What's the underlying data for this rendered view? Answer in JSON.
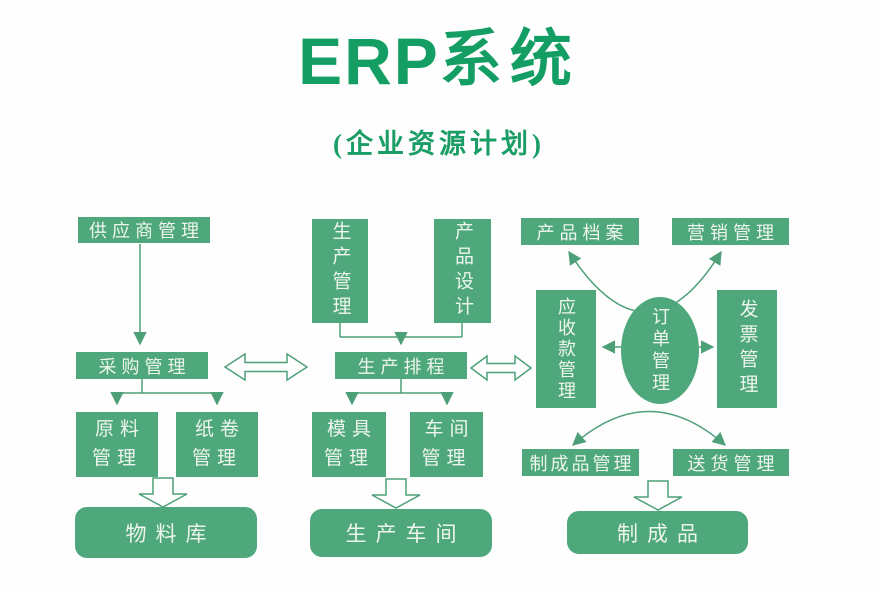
{
  "title": {
    "en": "ERP",
    "zh": "系统"
  },
  "subtitle": "(企业资源计划)",
  "nodes": {
    "supplier": "供应商管理",
    "purchasing": "采购管理",
    "raw_material": "原料管理",
    "paper_roll": "纸卷管理",
    "material_warehouse": "物料库",
    "production_mgmt": "生产管理",
    "product_design": "产品设计",
    "production_scheduling": "生产排程",
    "mold_mgmt": "模具管理",
    "workshop_mgmt": "车间管理",
    "production_workshop": "生产车间",
    "product_archive": "产品档案",
    "marketing_mgmt": "营销管理",
    "receivables_mgmt": "应收款管理",
    "order_mgmt": "订单管理",
    "invoice_mgmt": "发票管理",
    "finished_goods_mgmt": "制成品管理",
    "delivery_mgmt": "送货管理",
    "finished_goods": "制成品"
  },
  "colors": {
    "box_green": "#4ea87b",
    "title_green": "#149e64",
    "line_green": "#4d9f78",
    "box_text": "#eef5ee",
    "background": "#ffffff"
  },
  "connections": [
    {
      "from": "供应商管理",
      "to": "采购管理",
      "type": "solid-arrow"
    },
    {
      "from": "采购管理",
      "to": "原料管理",
      "type": "solid-arrow"
    },
    {
      "from": "采购管理",
      "to": "纸卷管理",
      "type": "solid-arrow"
    },
    {
      "from": "原料管理/纸卷管理",
      "to": "物料库",
      "type": "block-arrow"
    },
    {
      "from": "生产管理",
      "to": "生产排程",
      "type": "solid-arrow"
    },
    {
      "from": "产品设计",
      "to": "生产排程",
      "type": "solid-arrow"
    },
    {
      "from": "采购管理",
      "to": "生产排程",
      "type": "double-hollow-arrow"
    },
    {
      "from": "生产排程",
      "to": "应收款管理",
      "type": "double-hollow-arrow"
    },
    {
      "from": "生产排程",
      "to": "模具管理",
      "type": "solid-arrow"
    },
    {
      "from": "生产排程",
      "to": "车间管理",
      "type": "solid-arrow"
    },
    {
      "from": "模具管理/车间管理",
      "to": "生产车间",
      "type": "block-arrow"
    },
    {
      "from": "订单管理",
      "to": "产品档案",
      "type": "curved-arrow"
    },
    {
      "from": "订单管理",
      "to": "营销管理",
      "type": "curved-arrow"
    },
    {
      "from": "订单管理",
      "to": "应收款管理",
      "type": "solid-arrow"
    },
    {
      "from": "订单管理",
      "to": "发票管理",
      "type": "solid-arrow"
    },
    {
      "from": "订单管理",
      "to": "制成品管理",
      "type": "curved-arrow"
    },
    {
      "from": "订单管理",
      "to": "送货管理",
      "type": "curved-arrow"
    },
    {
      "from": "制成品管理/送货管理",
      "to": "制成品",
      "type": "block-arrow"
    }
  ]
}
